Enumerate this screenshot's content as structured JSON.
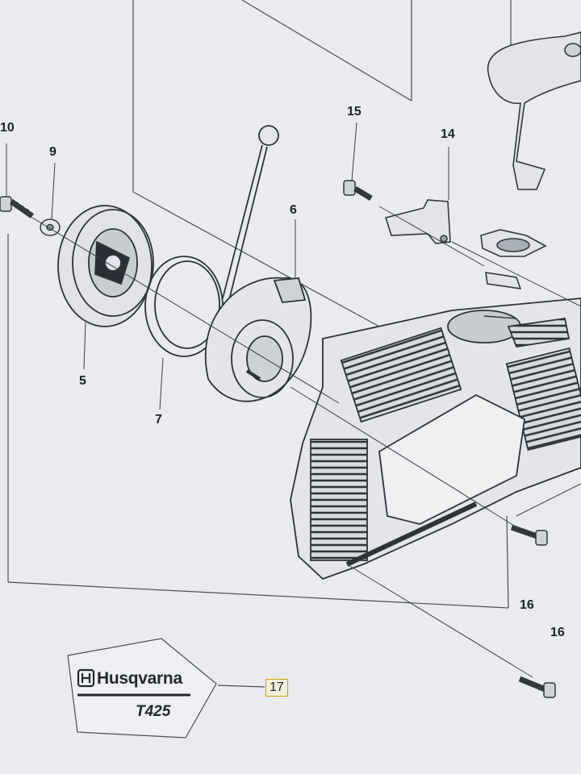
{
  "callouts": {
    "c10": "10",
    "c9": "9",
    "c5": "5",
    "c7": "7",
    "c6": "6",
    "c15": "15",
    "c14": "14",
    "c16a": "16",
    "c16b": "16",
    "c17": "17"
  },
  "label": {
    "brand": "Husqvarna",
    "model": "T425"
  },
  "colors": {
    "background": "#e9ebee",
    "line": "#3a3e44",
    "highlight_box": "#c9a400"
  }
}
